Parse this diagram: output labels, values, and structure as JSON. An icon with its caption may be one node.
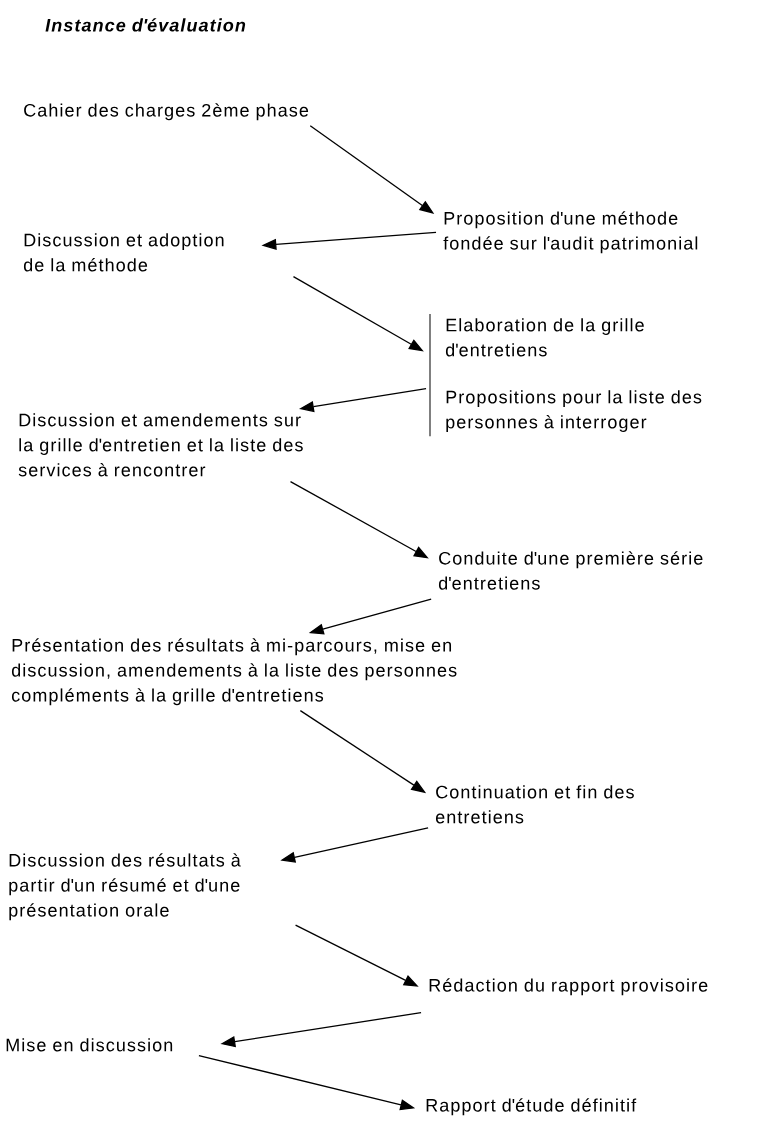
{
  "diagram": {
    "nodes": [
      {
        "text": [
          "Cahier des charges 2ème phase"
        ]
      },
      {
        "text": [
          "Proposition d'une méthode fondée sur l'audit patrimonial"
        ]
      },
      {
        "text": [
          "Discussion et adoption de la méthode"
        ]
      },
      {
        "text": [
          "Elaboration de la grille d'entretiens",
          "Propositions pour la liste des personnes à interroger"
        ]
      },
      {
        "text": [
          "Discussion et amendements sur la grille d'entretien et la liste des services à rencontrer"
        ]
      },
      {
        "text": [
          "Conduite d'une première série d'entretiens"
        ]
      },
      {
        "text": [
          "Présentation des résultats à mi-parcours, mise en discussion, amendements à la liste des personnes compléments à la grille d'entretiens"
        ]
      },
      {
        "text": [
          "Continuation et fin des entretiens"
        ]
      },
      {
        "text": [
          "Discussion des résultats à partir d'un résumé et d'une présentation orale"
        ]
      },
      {
        "text": [
          "Rédaction du rapport provisoire"
        ]
      },
      {
        "text": [
          "Mise en discussion"
        ]
      },
      {
        "text": [
          "Rapport d'étude définitif"
        ]
      }
    ],
    "edges": [
      {
        "from": 0,
        "to": 1,
        "arrow": "to"
      },
      {
        "from": 1,
        "to": 2,
        "arrow": "to"
      },
      {
        "from": 2,
        "to": 3,
        "arrow": "to"
      },
      {
        "from": 3,
        "to": 4,
        "arrow": "to"
      },
      {
        "from": 4,
        "to": 5,
        "arrow": "to"
      },
      {
        "from": 5,
        "to": 6,
        "arrow": "to"
      },
      {
        "from": 6,
        "to": 7,
        "arrow": "to"
      },
      {
        "from": 7,
        "to": 8,
        "arrow": "to"
      },
      {
        "from": 8,
        "to": 9,
        "arrow": "to"
      },
      {
        "from": 9,
        "to": 10,
        "arrow": "to"
      },
      {
        "from": 10,
        "to": 11,
        "arrow": "to"
      }
    ],
    "labels": [
      "Instance d'évaluation"
    ]
  }
}
